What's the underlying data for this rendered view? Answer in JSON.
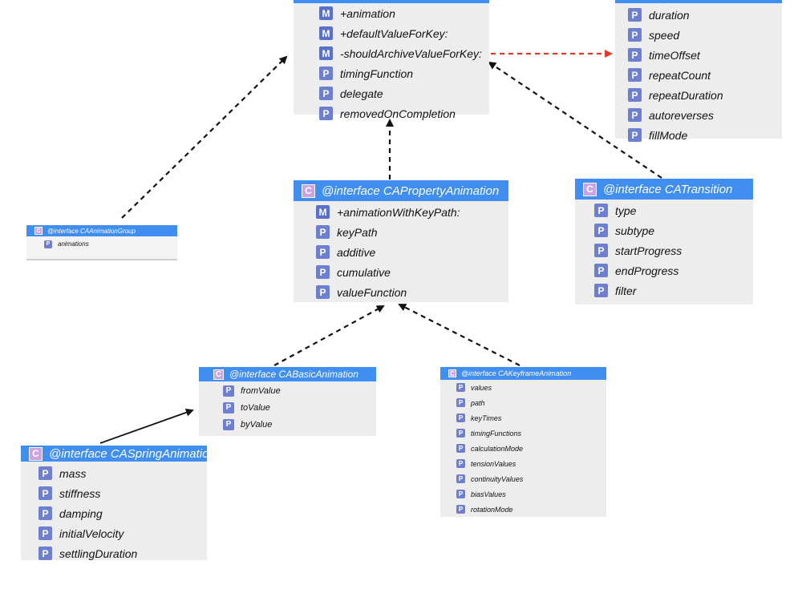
{
  "caanimation": {
    "members": [
      {
        "kind": "M",
        "name": "+animation"
      },
      {
        "kind": "M",
        "name": "+defaultValueForKey:"
      },
      {
        "kind": "M",
        "name": "-shouldArchiveValueForKey:"
      },
      {
        "kind": "P",
        "name": "timingFunction"
      },
      {
        "kind": "P",
        "name": "delegate"
      },
      {
        "kind": "P",
        "name": "removedOnCompletion"
      }
    ]
  },
  "camediatiming": {
    "members": [
      {
        "kind": "P",
        "name": "duration"
      },
      {
        "kind": "P",
        "name": "speed"
      },
      {
        "kind": "P",
        "name": "timeOffset"
      },
      {
        "kind": "P",
        "name": "repeatCount"
      },
      {
        "kind": "P",
        "name": "repeatDuration"
      },
      {
        "kind": "P",
        "name": "autoreverses"
      },
      {
        "kind": "P",
        "name": "fillMode"
      }
    ]
  },
  "caanimationgroup": {
    "badge": "C",
    "title": "@interface CAAnimationGroup",
    "members": [
      {
        "kind": "P",
        "name": "animations"
      }
    ]
  },
  "capropertyanimation": {
    "badge": "C",
    "title": "@interface CAPropertyAnimation",
    "members": [
      {
        "kind": "M",
        "name": "+animationWithKeyPath:"
      },
      {
        "kind": "P",
        "name": "keyPath"
      },
      {
        "kind": "P",
        "name": "additive"
      },
      {
        "kind": "P",
        "name": "cumulative"
      },
      {
        "kind": "P",
        "name": "valueFunction"
      }
    ]
  },
  "catransition": {
    "badge": "C",
    "title": "@interface CATransition",
    "members": [
      {
        "kind": "P",
        "name": "type"
      },
      {
        "kind": "P",
        "name": "subtype"
      },
      {
        "kind": "P",
        "name": "startProgress"
      },
      {
        "kind": "P",
        "name": "endProgress"
      },
      {
        "kind": "P",
        "name": "filter"
      }
    ]
  },
  "cabasicanimation": {
    "badge": "C",
    "title": "@interface CABasicAnimation",
    "members": [
      {
        "kind": "P",
        "name": "fromValue"
      },
      {
        "kind": "P",
        "name": "toValue"
      },
      {
        "kind": "P",
        "name": "byValue"
      }
    ]
  },
  "cakeyframeanimation": {
    "badge": "C",
    "title": "@interface CAKeyframeAnimation",
    "members": [
      {
        "kind": "P",
        "name": "values"
      },
      {
        "kind": "P",
        "name": "path"
      },
      {
        "kind": "P",
        "name": "keyTimes"
      },
      {
        "kind": "P",
        "name": "timingFunctions"
      },
      {
        "kind": "P",
        "name": "calculationMode"
      },
      {
        "kind": "P",
        "name": "tensionValues"
      },
      {
        "kind": "P",
        "name": "continuityValues"
      },
      {
        "kind": "P",
        "name": "biasValues"
      },
      {
        "kind": "P",
        "name": "rotationMode"
      }
    ]
  },
  "caspringanimation": {
    "badge": "C",
    "title": "@interface CASpringAnimation",
    "members": [
      {
        "kind": "P",
        "name": "mass"
      },
      {
        "kind": "P",
        "name": "stiffness"
      },
      {
        "kind": "P",
        "name": "damping"
      },
      {
        "kind": "P",
        "name": "initialVelocity"
      },
      {
        "kind": "P",
        "name": "settlingDuration"
      }
    ]
  },
  "colors": {
    "header": "#3f8ef0",
    "class_badge": "#c9a3e3",
    "member_badge": "#6e7fd0",
    "box_bg": "#ededed",
    "protocol_arrow": "#e03a2a",
    "inherit_arrow": "#111111"
  }
}
